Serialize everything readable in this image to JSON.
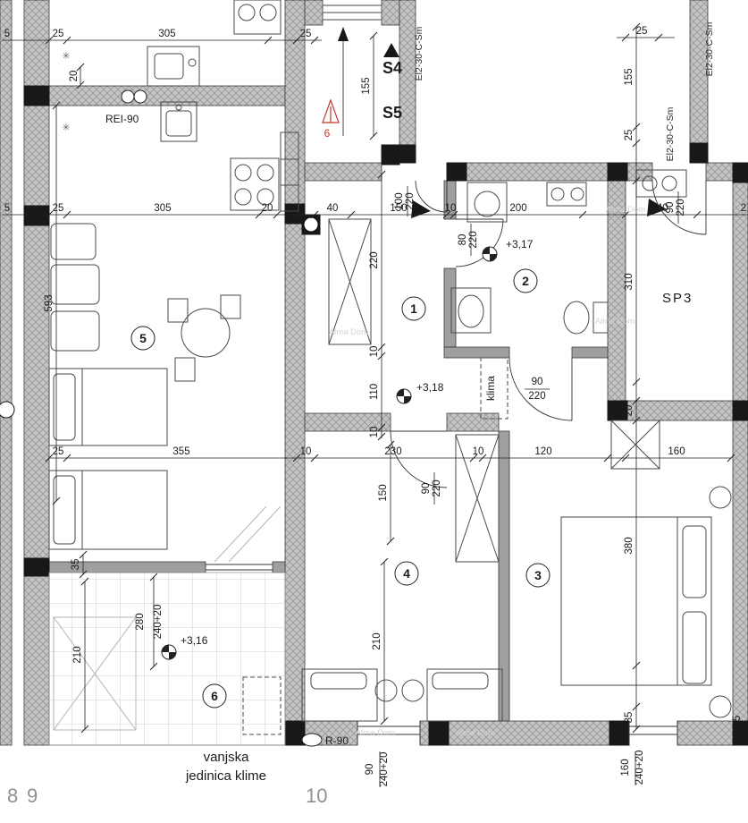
{
  "labels": {
    "s4": "S4",
    "s5": "S5",
    "rei": "REI-90",
    "r90": "R-90",
    "sp3": "SP3",
    "klima": "klima",
    "el2": "El2-30-C-Sm",
    "hydrant": "6",
    "vanjska1": "vanjska",
    "vanjska2": "jedinica klime",
    "lvl_hall": "+3,17",
    "lvl_corridor": "+3,18",
    "lvl_terrace": "+3,16",
    "star": "✳",
    "watermark": "Alma Dom"
  },
  "rooms": [
    "1",
    "2",
    "3",
    "4",
    "5",
    "6"
  ],
  "dims": {
    "top": [
      "25",
      "305",
      "25",
      "25"
    ],
    "mid": [
      "25",
      "305",
      "20",
      "40",
      "150",
      "10",
      "200",
      "140"
    ],
    "low": [
      "25",
      "355",
      "10",
      "230",
      "10",
      "120",
      "160"
    ],
    "left": [
      "20",
      "593",
      "35",
      "210",
      "280",
      "240+20"
    ],
    "stair": "155",
    "center": [
      "220",
      "10",
      "110",
      "10",
      "150",
      "210"
    ],
    "right": [
      "155",
      "25",
      "310",
      "20",
      "380",
      "35",
      "25"
    ],
    "bottom": [
      "90",
      "240+20",
      "160",
      "240+20"
    ],
    "edge": [
      "5",
      "5",
      "2"
    ],
    "door_entry": [
      "100",
      "220"
    ],
    "door_bath": [
      "80",
      "220"
    ],
    "door_room3": [
      "90",
      "220"
    ],
    "door_room4": [
      "90",
      "220"
    ],
    "door_sp3": [
      "90",
      "220"
    ]
  },
  "pages": [
    "8",
    "9",
    "10"
  ]
}
